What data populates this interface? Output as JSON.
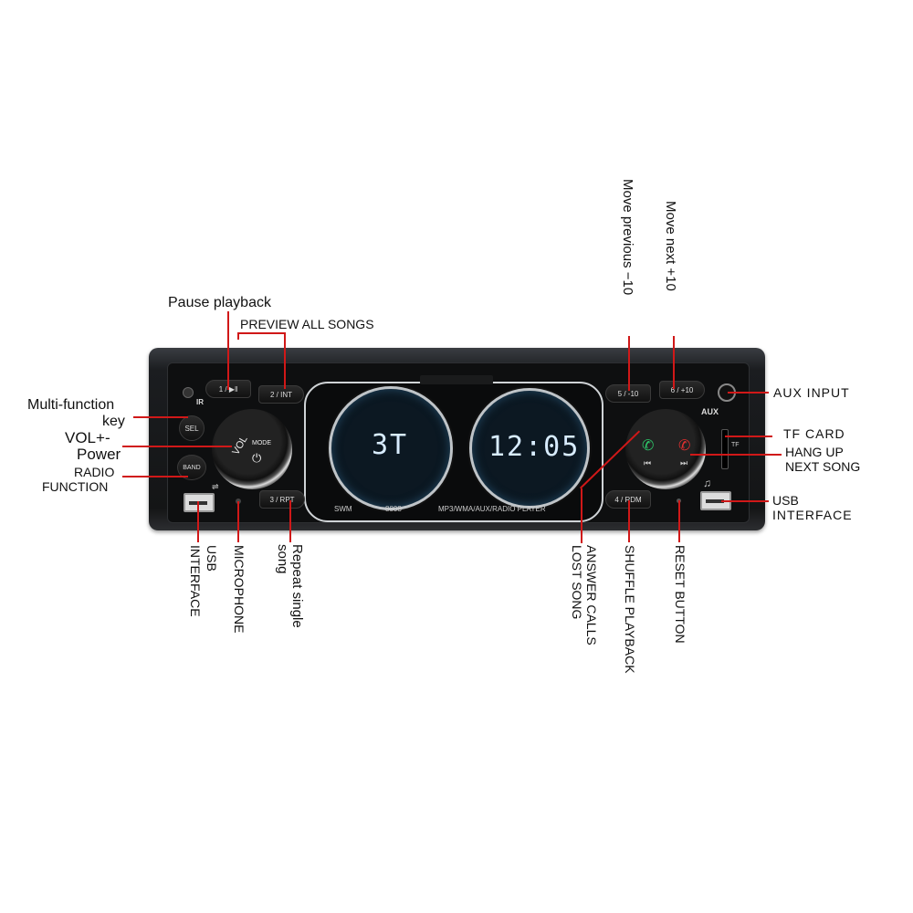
{
  "device": {
    "brand": "SWM",
    "model": "8808",
    "player_caption": "MP3/WMA/AUX/RADIO PLAYER",
    "left_display": "3T",
    "right_display": "12:05",
    "buttons": {
      "b1": "1 / ▶‖",
      "b2": "2 / INT",
      "b3": "3 / RPT",
      "b4": "4 / RDM",
      "b5": "5 / -10",
      "b6": "6 / +10",
      "sel": "SEL",
      "band": "BAND",
      "knob_vol": "VOL",
      "knob_mode": "MODE",
      "aux": "AUX",
      "tf": "TF",
      "ir": "IR"
    }
  },
  "callouts": {
    "pause_playback": "Pause playback",
    "preview_all_songs": "PREVIEW ALL SONGS",
    "multi_function_key_1": "Multi-function",
    "multi_function_key_2": "key",
    "vol_power_1": "VOL+-",
    "vol_power_2": "Power",
    "radio_function_1": "RADIO",
    "radio_function_2": "FUNCTION",
    "move_previous": "Move previous −10",
    "move_next": "Move next +10",
    "aux_input": "AUX INPUT",
    "tf_card": "TF CARD",
    "hang_up": "HANG UP",
    "next_song": "NEXT SONG",
    "usb_interface_right_1": "USB",
    "usb_interface_right_2": "INTERFACE",
    "usb_interface_left_1": "USB",
    "usb_interface_left_2": "INTERFACE",
    "microphone": "MICROPHONE",
    "repeat_single_1": "Repeat single",
    "repeat_single_2": "song",
    "answer_calls_1": "ANSWER CALLS",
    "answer_calls_2": "LOST SONG",
    "shuffle_playback": "SHUFFLE PLAYBACK",
    "reset_button": "RESET BUTTON"
  },
  "colors": {
    "callout_line": "#d01818",
    "lcd_text": "#d8ecff",
    "body": "#141414"
  }
}
